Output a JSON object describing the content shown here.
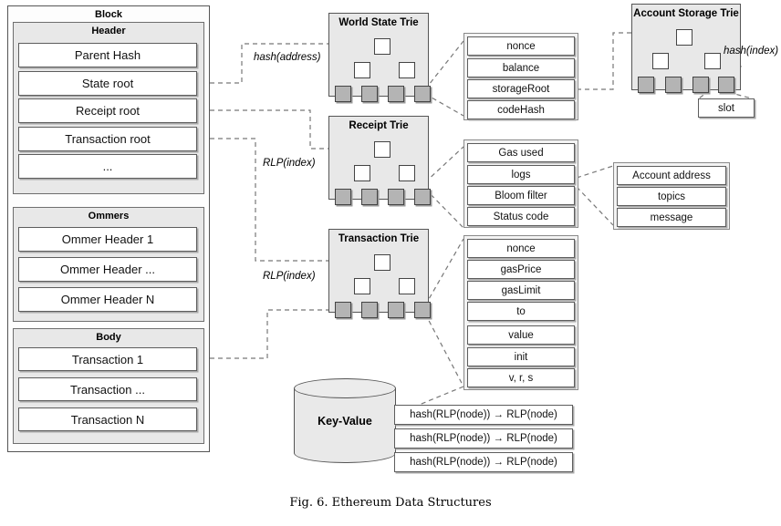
{
  "figure": {
    "caption": "Fig. 6.  Ethereum Data Structures"
  },
  "block": {
    "title": "Block",
    "header": {
      "title": "Header",
      "fields": [
        "Parent Hash",
        "State root",
        "Receipt root",
        "Transaction root",
        "..."
      ]
    },
    "ommers": {
      "title": "Ommers",
      "fields": [
        "Ommer Header 1",
        "Ommer Header ...",
        "Ommer Header N"
      ]
    },
    "body": {
      "title": "Body",
      "fields": [
        "Transaction 1",
        "Transaction ...",
        "Transaction N"
      ]
    }
  },
  "tries": {
    "world_state": {
      "title": "World State Trie",
      "edge_label": "hash(address)"
    },
    "receipt": {
      "title": "Receipt Trie",
      "edge_label": "RLP(index)"
    },
    "transaction": {
      "title": "Transaction Trie",
      "edge_label": "RLP(index)"
    },
    "account_storage": {
      "title": "Account Storage Trie",
      "edge_label": "hash(index)"
    }
  },
  "account": {
    "fields": [
      "nonce",
      "balance",
      "storageRoot",
      "codeHash"
    ]
  },
  "receipt": {
    "fields": [
      "Gas used",
      "logs",
      "Bloom filter",
      "Status code"
    ]
  },
  "log": {
    "fields": [
      "Account address",
      "topics",
      "message"
    ]
  },
  "transaction": {
    "fields": [
      "nonce",
      "gasPrice",
      "gasLimit",
      "to",
      "value",
      "init",
      "v, r, s"
    ]
  },
  "storage": {
    "slot_label": "slot"
  },
  "keyvalue": {
    "label": "Key-Value",
    "rows": [
      "hash(RLP(node)) → RLP(node)",
      "hash(RLP(node)) → RLP(node)",
      "hash(RLP(node)) → RLP(node)"
    ]
  },
  "colors": {
    "panel_bg": "#e8e8e8",
    "field_bg": "#ffffff",
    "leaf_node": "#b4b4b4",
    "stroke": "#555555",
    "wire": "#777777"
  }
}
